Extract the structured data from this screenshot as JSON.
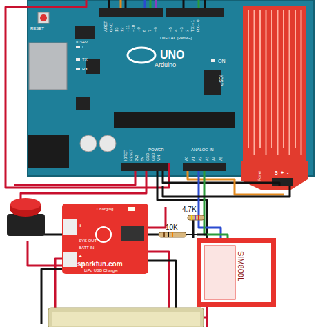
{
  "diagram": {
    "labels": [
      "RESET",
      "ICSP2",
      "AREF",
      "GND",
      "13",
      "12",
      "~11",
      "~10",
      "~9",
      "8",
      "7",
      "~6",
      "~5",
      "4",
      "~3",
      "2",
      "TX→1",
      "RX←0",
      "DIGITAL (PWM~)",
      "L",
      "TX",
      "RX",
      "UNO",
      "Arduino",
      "ON",
      "ICSP",
      "IOREF",
      "RESET",
      "3V3",
      "5V",
      "GND",
      "GND",
      "VIN",
      "POWER",
      "ANALOG IN",
      "A0",
      "A1",
      "A2",
      "A3",
      "A4",
      "A5",
      "S",
      "+",
      "-",
      "Power",
      "4.7K",
      "10K",
      "Charging",
      "+",
      "SYS OUT",
      "BATT IN",
      "+",
      "sparkfun.com",
      "LiPo USB Charger",
      "SIM800L"
    ]
  }
}
